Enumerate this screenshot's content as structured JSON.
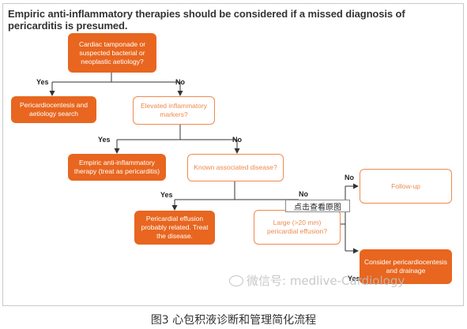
{
  "title": "Empiric anti-inflammatory therapies should be considered if a missed diagnosis of pericarditis is presumed.",
  "nodes": {
    "tamponade": "Cardiac tamponade or suspected bacterial or neoplastic aetiology?",
    "pericardiocentesis": "Pericardiocentesis and aetiology search",
    "elevated": "Elevated inflammatory markers?",
    "empiric": "Empiric anti-inflammatory therapy (treat as pericarditis)",
    "known": "Known associated disease?",
    "effusion_related": "Pericardial effusion probably related. Treat the disease.",
    "large": "Large (>20 mm) pericardial effusion?",
    "followup": "Follow-up",
    "consider": "Consider pericardiocentesis and drainage"
  },
  "labels": {
    "yes": "Yes",
    "no": "No"
  },
  "tooltip": "点击查看原图",
  "watermark": "微信号: medlive-Cardiology",
  "caption": "图3 心包积液诊断和管理简化流程",
  "colors": {
    "filled": "#e8661f",
    "outline": "#ee8a4f",
    "arrow": "#333333"
  }
}
